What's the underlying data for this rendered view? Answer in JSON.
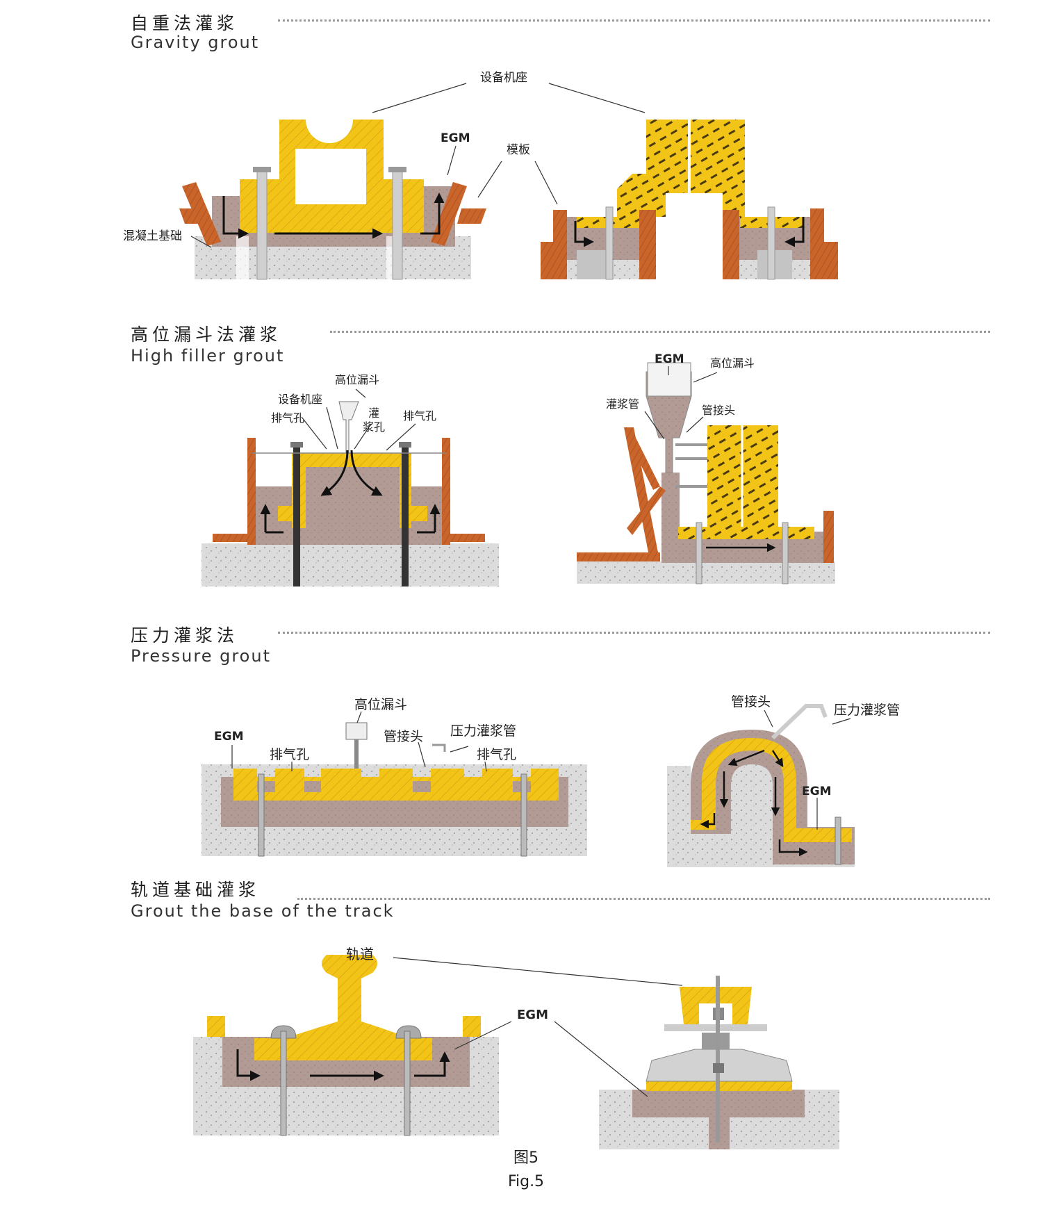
{
  "colors": {
    "concrete": "#dcdcdc",
    "grout": "#b39b95",
    "yellow": "#f2c418",
    "wood": "#c9652a",
    "steel": "#c8c8c8"
  },
  "sections": [
    {
      "title": "自重法灌浆",
      "subtitle": "Gravity grout"
    },
    {
      "title": "高位漏斗法灌浆",
      "subtitle": "High filler grout"
    },
    {
      "title": "压力灌浆法",
      "subtitle": "Pressure grout"
    },
    {
      "title": "轨道基础灌浆",
      "subtitle": "Grout the base of the track"
    }
  ],
  "labels": {
    "s1_base": "设备机座",
    "s1_egm": "EGM",
    "s1_form": "模板",
    "s1_concrete": "混凝土基础",
    "s2_hopper_a": "高位漏斗",
    "s2_base": "设备机座",
    "s2_vent_l": "排气孔",
    "s2_guan": "灌",
    "s2_jiangkong": "浆孔",
    "s2_vent_r": "排气孔",
    "s2_egm": "EGM",
    "s2_hopper_b": "高位漏斗",
    "s2_pipe": "灌浆管",
    "s2_joint": "管接头",
    "s3_hopper": "高位漏斗",
    "s3_egm": "EGM",
    "s3_vent_l": "排气孔",
    "s3_joint": "管接头",
    "s3_ppipe": "压力灌浆管",
    "s3_vent_r": "排气孔",
    "s3_joint_b": "管接头",
    "s3_ppipe_b": "压力灌浆管",
    "s3_egm_b": "EGM",
    "s4_track": "轨道",
    "s4_egm": "EGM"
  },
  "caption": {
    "cn": "图5",
    "en": "Fig.5"
  }
}
